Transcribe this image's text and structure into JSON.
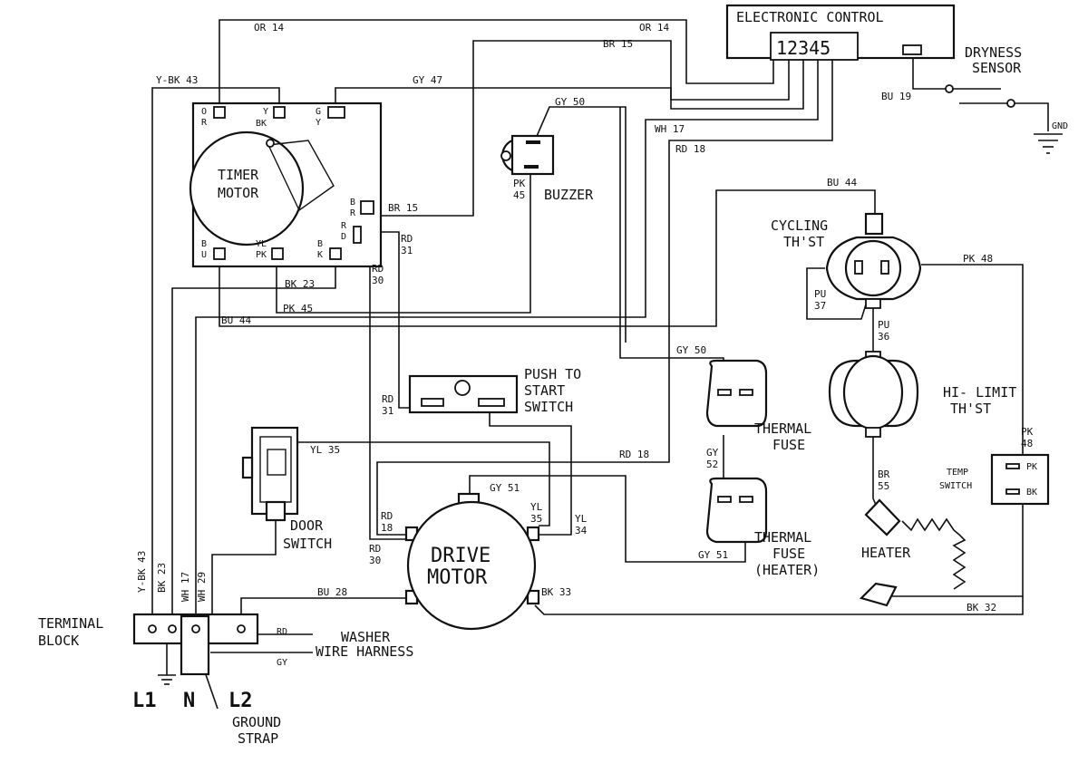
{
  "control": {
    "title": "ELECTRONIC CONTROL",
    "pins": "12345"
  },
  "dryness_sensor": {
    "line1": "DRYNESS",
    "line2": "SENSOR",
    "gnd": "GND"
  },
  "timer": {
    "line1": "TIMER",
    "line2": "MOTOR",
    "t_or_1": "O",
    "t_or_2": "R",
    "t_y": "Y",
    "t_bk_top": "BK",
    "t_gy_1": "G",
    "t_gy_2": "Y",
    "t_br_1": "B",
    "t_br_2": "R",
    "t_rd_1": "R",
    "t_rd_2": "D",
    "t_bu_1": "B",
    "t_bu_2": "U",
    "t_yl": "YL",
    "t_pk": "PK",
    "t_bk_1": "B",
    "t_bk_2": "K"
  },
  "buzzer": {
    "label": "BUZZER"
  },
  "push_to_start": {
    "line1": "PUSH TO",
    "line2": "START",
    "line3": "SWITCH"
  },
  "cycling_thst": {
    "line1": "CYCLING",
    "line2": "TH'ST"
  },
  "hi_limit_thst": {
    "line1": "HI- LIMIT",
    "line2": "TH'ST"
  },
  "thermal_fuse": {
    "line1": "THERMAL",
    "line2": "FUSE"
  },
  "thermal_fuse_heater": {
    "line1": "THERMAL",
    "line2": "FUSE",
    "line3": "(HEATER)"
  },
  "temp_switch": {
    "line1": "TEMP",
    "line2": "SWITCH",
    "pk": "PK",
    "bk": "BK"
  },
  "heater": {
    "label": "HEATER"
  },
  "door_switch": {
    "line1": "DOOR",
    "line2": "SWITCH"
  },
  "drive_motor": {
    "line1": "DRIVE",
    "line2": "MOTOR"
  },
  "terminal_block": {
    "line1": "TERMINAL",
    "line2": "BLOCK",
    "l1": "L1",
    "n": "N",
    "l2": "L2",
    "ground_strap_1": "GROUND",
    "ground_strap_2": "STRAP"
  },
  "washer_harness": {
    "line1": "WASHER",
    "line2": "WIRE HARNESS",
    "rd": "RD",
    "gy": "GY"
  },
  "wires": {
    "or14_a": "OR 14",
    "or14_b": "OR 14",
    "br15_top": "BR 15",
    "ybk43_top": "Y-BK 43",
    "gy47": "GY 47",
    "gy50_top": "GY 50",
    "wh17_top": "WH 17",
    "rd18_top": "RD 18",
    "bu19": "BU 19",
    "pk45_buzzer_1": "PK",
    "pk45_buzzer_2": "45",
    "br15_timer": "BR 15",
    "rd31_a1": "RD",
    "rd31_a2": "31",
    "rd30_a1": "RD",
    "rd30_a2": "30",
    "bk23_mid": "BK 23",
    "pk45_mid": "PK 45",
    "bu44_mid": "BU 44",
    "bu44_top": "BU 44",
    "pk48_top": "PK 48",
    "pu37_1": "PU",
    "pu37_2": "37",
    "pu36_1": "PU",
    "pu36_2": "36",
    "gy50_mid": "GY 50",
    "rd31_b1": "RD",
    "rd31_b2": "31",
    "yl35_top": "YL 35",
    "rd18_mid": "RD 18",
    "gy52_1": "GY",
    "gy52_2": "52",
    "gy51_top": "GY 51",
    "yl35_m1": "YL",
    "yl35_m2": "35",
    "yl34_1": "YL",
    "yl34_2": "34",
    "rd18_m1": "RD",
    "rd18_m2": "18",
    "rd30_b1": "RD",
    "rd30_b2": "30",
    "gy51_low": "GY 51",
    "bu28": "BU 28",
    "bk33": "BK 33",
    "bk32": "BK 32",
    "br55_1": "BR",
    "br55_2": "55",
    "pk48_side1": "PK",
    "pk48_side2": "48",
    "ybk43_vert": "Y-BK 43",
    "bk23_vert": "BK 23",
    "wh17_vert": "WH 17",
    "wh29_vert": "WH 29"
  }
}
